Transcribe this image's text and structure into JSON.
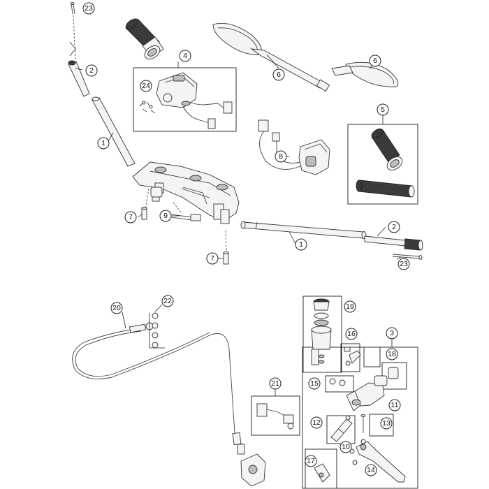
{
  "callouts": [
    "1",
    "2",
    "3",
    "4",
    "5",
    "6",
    "7",
    "8",
    "9",
    "10",
    "11",
    "12",
    "13",
    "14",
    "15",
    "16",
    "17",
    "18",
    "19",
    "20",
    "21",
    "22",
    "23",
    "24"
  ],
  "colors": {
    "line": "#444444",
    "part_fill": "#f4f4f4",
    "dark_fill": "#3a3a3a",
    "background": "#ffffff"
  }
}
